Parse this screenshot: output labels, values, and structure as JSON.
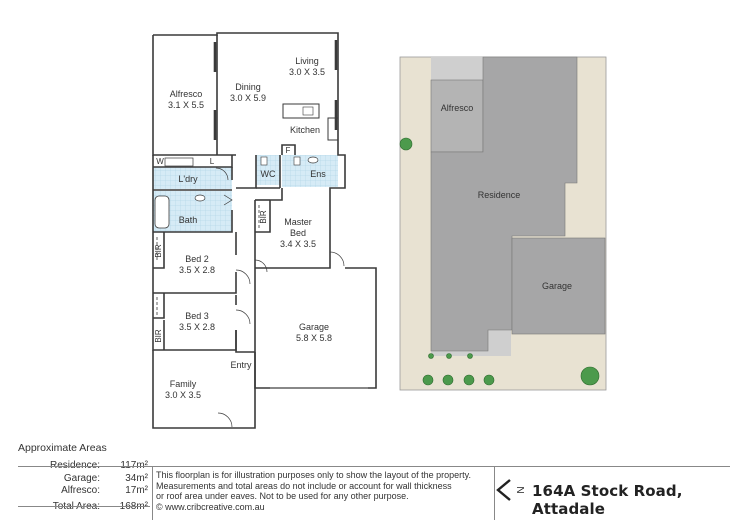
{
  "floorplan": {
    "rooms": {
      "alfresco": {
        "name": "Alfresco",
        "dims": "3.1 X 5.5"
      },
      "dining": {
        "name": "Dining",
        "dims": "3.0 X 5.9"
      },
      "living": {
        "name": "Living",
        "dims": "3.0 X 3.5"
      },
      "kitchen": {
        "name": "Kitchen"
      },
      "laundry": {
        "name": "L'dry"
      },
      "wc": {
        "name": "WC"
      },
      "ensuite": {
        "name": "Ens"
      },
      "bath": {
        "name": "Bath"
      },
      "bir1": {
        "name": "BIR"
      },
      "bir2": {
        "name": "BIR"
      },
      "bir3": {
        "name": "BIR"
      },
      "master": {
        "name1": "Master",
        "name2": "Bed",
        "dims": "3.4 X 3.5"
      },
      "bed2": {
        "name": "Bed 2",
        "dims": "3.5 X 2.8"
      },
      "bed3": {
        "name": "Bed 3",
        "dims": "3.5 X 2.8"
      },
      "garage": {
        "name": "Garage",
        "dims": "5.8 X 5.8"
      },
      "family": {
        "name": "Family",
        "dims": "3.0 X 3.5"
      },
      "entry": {
        "name": "Entry"
      }
    },
    "fixtures": {
      "w": "W",
      "l": "L",
      "f": "F"
    }
  },
  "siteplan": {
    "alfresco": "Alfresco",
    "residence": "Residence",
    "garage": "Garage"
  },
  "areas": {
    "title": "Approximate Areas",
    "rows": [
      {
        "label": "Residence:",
        "value": "117m²"
      },
      {
        "label": "Garage:",
        "value": "34m²"
      },
      {
        "label": "Alfresco:",
        "value": "17m²"
      }
    ],
    "total": {
      "label": "Total Area:",
      "value": "168m²"
    }
  },
  "disclaimer": {
    "line1": "This floorplan is for illustration purposes only to show the layout of the property.",
    "line2": "Measurements and total areas do not include or account for wall thickness",
    "line3": "or roof area under eaves. Not to be used for any other purpose.",
    "line4": "© www.cribcreative.com.au"
  },
  "address": "164A Stock Road, Attadale",
  "compass_label": "N",
  "colors": {
    "wall": "#3a3a3a",
    "tile": "#cfe6f2",
    "site_sand": "#e8e2d2",
    "site_building": "#a6a6a7",
    "site_paving": "#c9c9c9",
    "tree": "#4c9a4c"
  }
}
